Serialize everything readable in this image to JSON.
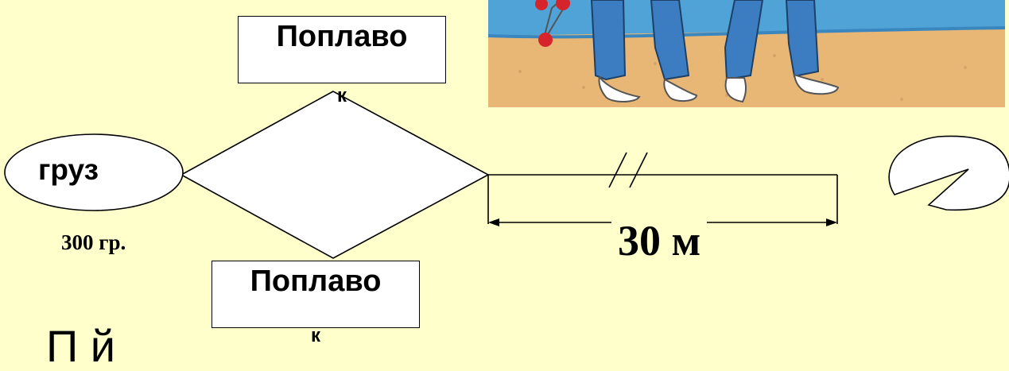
{
  "diagram": {
    "float_top": {
      "label": "Поплаво",
      "tail": "к"
    },
    "float_bottom": {
      "label": "Поплаво",
      "tail": "к"
    },
    "weight": {
      "label": "груз",
      "mass": "300 гр."
    },
    "distance": {
      "label": "30 м"
    },
    "bottom_text": "П              й"
  },
  "colors": {
    "background": "#FFFFCC",
    "sand": "#E8B776",
    "water": "#4FA3D6",
    "jeans": "#3C7CC0"
  }
}
